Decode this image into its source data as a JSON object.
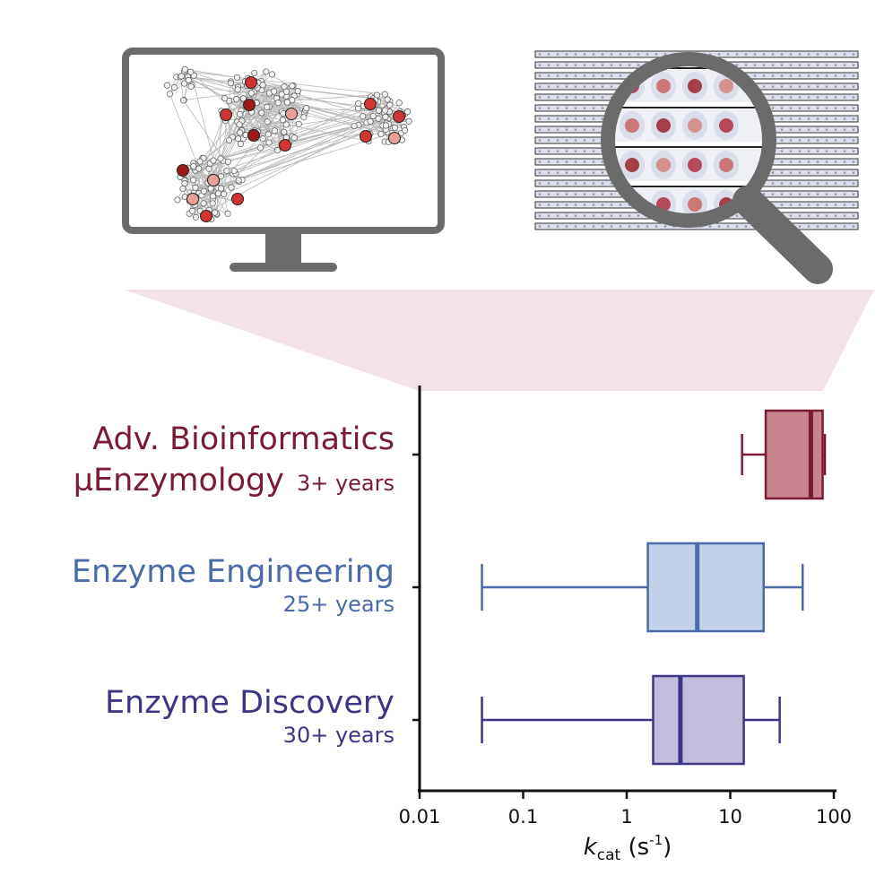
{
  "colors": {
    "bioinformatics": "#7a1a35",
    "bioinformatics_fill": "#c9848f",
    "engineering": "#4a6aa8",
    "engineering_fill": "#c3d1e8",
    "discovery": "#3d3585",
    "discovery_fill": "#c2bcdd",
    "illustration_gray": "#6b6b6b",
    "node_red": "#d03434",
    "node_dark_red": "#9e1b1b",
    "node_pink": "#e8a09a",
    "wedge": "#f4e3e6"
  },
  "icons": [
    "monitor-network-icon",
    "microfluidic-array-icon",
    "magnifying-glass-icon"
  ],
  "chart_data": {
    "type": "box",
    "orientation": "horizontal",
    "x_scale": "log",
    "xlim": [
      0.01,
      100
    ],
    "xticks": [
      "0.01",
      "0.1",
      "1",
      "10",
      "100"
    ],
    "xlabel": {
      "main": "k",
      "subscript": "cat",
      "unit_open": " (s",
      "unit_exp": "-1",
      "unit_close": ")"
    },
    "grid": false,
    "categories": [
      {
        "key": "bioinformatics",
        "name_line1": "Adv. Bioinformatics",
        "name_line2": "µEnzymology",
        "sub": "3+ years",
        "whisker_low": 13,
        "q1": 22,
        "median": 60,
        "q3": 78,
        "whisker_high": 82
      },
      {
        "key": "engineering",
        "name_line1": "Enzyme Engineering",
        "name_line2": "",
        "sub": "25+ years",
        "whisker_low": 0.04,
        "q1": 1.6,
        "median": 4.8,
        "q3": 21,
        "whisker_high": 50
      },
      {
        "key": "discovery",
        "name_line1": "Enzyme Discovery",
        "name_line2": "",
        "sub": "30+ years",
        "whisker_low": 0.04,
        "q1": 1.8,
        "median": 3.3,
        "q3": 13.5,
        "whisker_high": 30
      }
    ]
  }
}
